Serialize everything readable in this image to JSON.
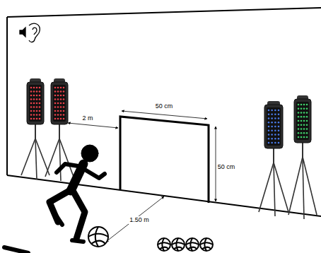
{
  "diagram": {
    "labels": [
      "2 m",
      "50 cm",
      "50 cm",
      "1.50 m"
    ]
  }
}
